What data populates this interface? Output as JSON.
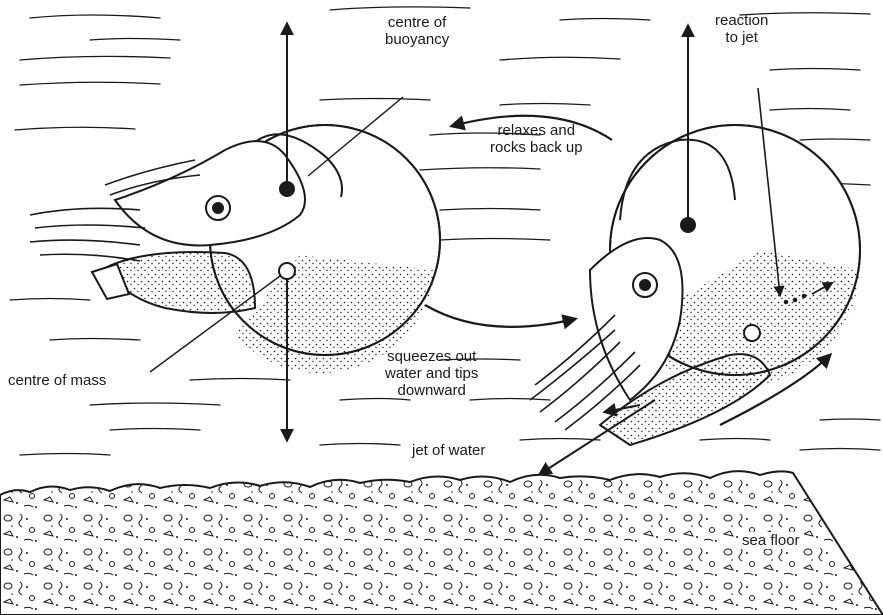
{
  "labels": {
    "centre_of_buoyancy": [
      "centre of",
      "buoyancy"
    ],
    "reaction_to_jet": [
      "reaction",
      "to jet"
    ],
    "relaxes": [
      "relaxes and",
      "rocks back up"
    ],
    "squeezes": [
      "squeezes out",
      "water and tips",
      "downward"
    ],
    "centre_of_mass": "centre of mass",
    "jet_of_water": "jet of water",
    "sea_floor": "sea floor"
  },
  "colors": {
    "ink": "#1a1a1a",
    "paper": "#ffffff"
  }
}
